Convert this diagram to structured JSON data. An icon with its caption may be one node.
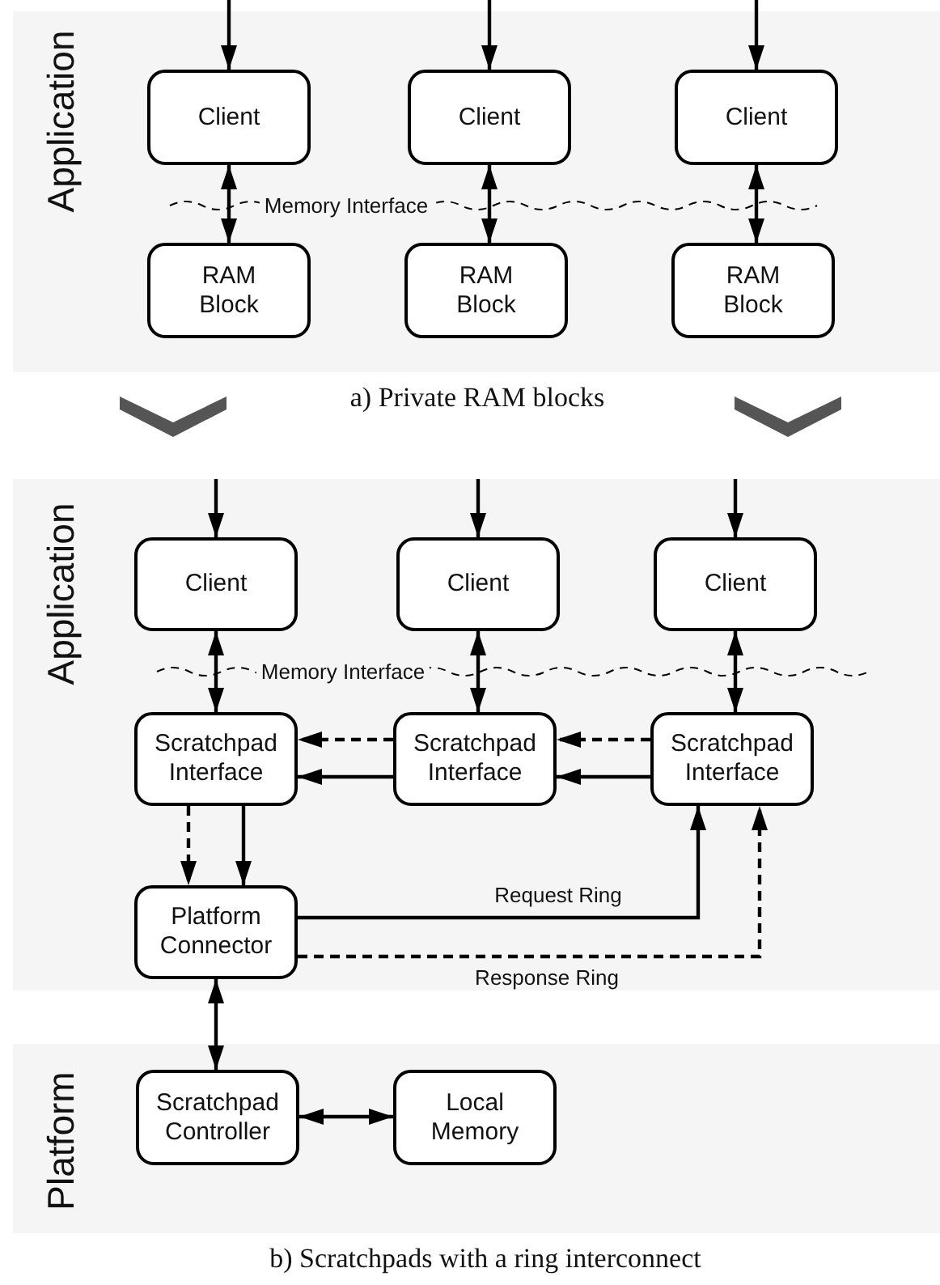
{
  "diagram": {
    "nodes": [
      {
        "text": [
          "Application"
        ]
      },
      {
        "text": [
          "Client"
        ],
        "in": 0
      },
      {
        "text": [
          "Client"
        ],
        "in": 0
      },
      {
        "text": [
          "Client"
        ],
        "in": 0
      },
      {
        "text": [
          "RAM Block"
        ],
        "in": 0
      },
      {
        "text": [
          "RAM Block"
        ],
        "in": 0
      },
      {
        "text": [
          "RAM Block"
        ],
        "in": 0
      },
      {
        "text": [
          "Application"
        ]
      },
      {
        "text": [
          "Client"
        ],
        "in": 7
      },
      {
        "text": [
          "Client"
        ],
        "in": 7
      },
      {
        "text": [
          "Client"
        ],
        "in": 7
      },
      {
        "text": [
          "Scratchpad Interface"
        ],
        "in": 7
      },
      {
        "text": [
          "Scratchpad Interface"
        ],
        "in": 7
      },
      {
        "text": [
          "Scratchpad Interface"
        ],
        "in": 7
      },
      {
        "text": [
          "Platform Connector"
        ],
        "in": 7
      },
      {
        "text": [
          "Platform"
        ]
      },
      {
        "text": [
          "Scratchpad Controller"
        ],
        "in": 15
      },
      {
        "text": [
          "Local Memory"
        ],
        "in": 15
      }
    ],
    "edges": [
      {
        "from": null,
        "to": 1,
        "arrow": "to"
      },
      {
        "from": null,
        "to": 2,
        "arrow": "to"
      },
      {
        "from": null,
        "to": 3,
        "arrow": "to"
      },
      {
        "from": 1,
        "to": 4,
        "arrow": "both"
      },
      {
        "from": 2,
        "to": 5,
        "arrow": "both"
      },
      {
        "from": 3,
        "to": 6,
        "arrow": "both"
      },
      {
        "from": null,
        "to": 8,
        "arrow": "to"
      },
      {
        "from": null,
        "to": 9,
        "arrow": "to"
      },
      {
        "from": null,
        "to": 10,
        "arrow": "to"
      },
      {
        "from": 8,
        "to": 11,
        "arrow": "both"
      },
      {
        "from": 9,
        "to": 12,
        "arrow": "both"
      },
      {
        "from": 10,
        "to": 13,
        "arrow": "both"
      },
      {
        "from": 13,
        "to": 12,
        "arrow": "to",
        "style": "dashed"
      },
      {
        "from": 13,
        "to": 12,
        "arrow": "to"
      },
      {
        "from": 12,
        "to": 11,
        "arrow": "to",
        "style": "dashed"
      },
      {
        "from": 12,
        "to": 11,
        "arrow": "to"
      },
      {
        "from": 11,
        "to": 14,
        "arrow": "to",
        "style": "dashed"
      },
      {
        "from": 11,
        "to": 14,
        "arrow": "to"
      },
      {
        "from": 14,
        "to": 13,
        "arrow": "to",
        "label": "Request Ring"
      },
      {
        "from": 14,
        "to": 13,
        "arrow": "to",
        "style": "dashed",
        "label": "Response Ring"
      },
      {
        "from": 14,
        "to": 16,
        "arrow": "both"
      },
      {
        "from": 16,
        "to": 17,
        "arrow": "both"
      }
    ],
    "labels": [
      "Memory Interface",
      "a) Private RAM blocks",
      "Memory Interface",
      "b) Scratchpads with a ring interconnect"
    ]
  }
}
